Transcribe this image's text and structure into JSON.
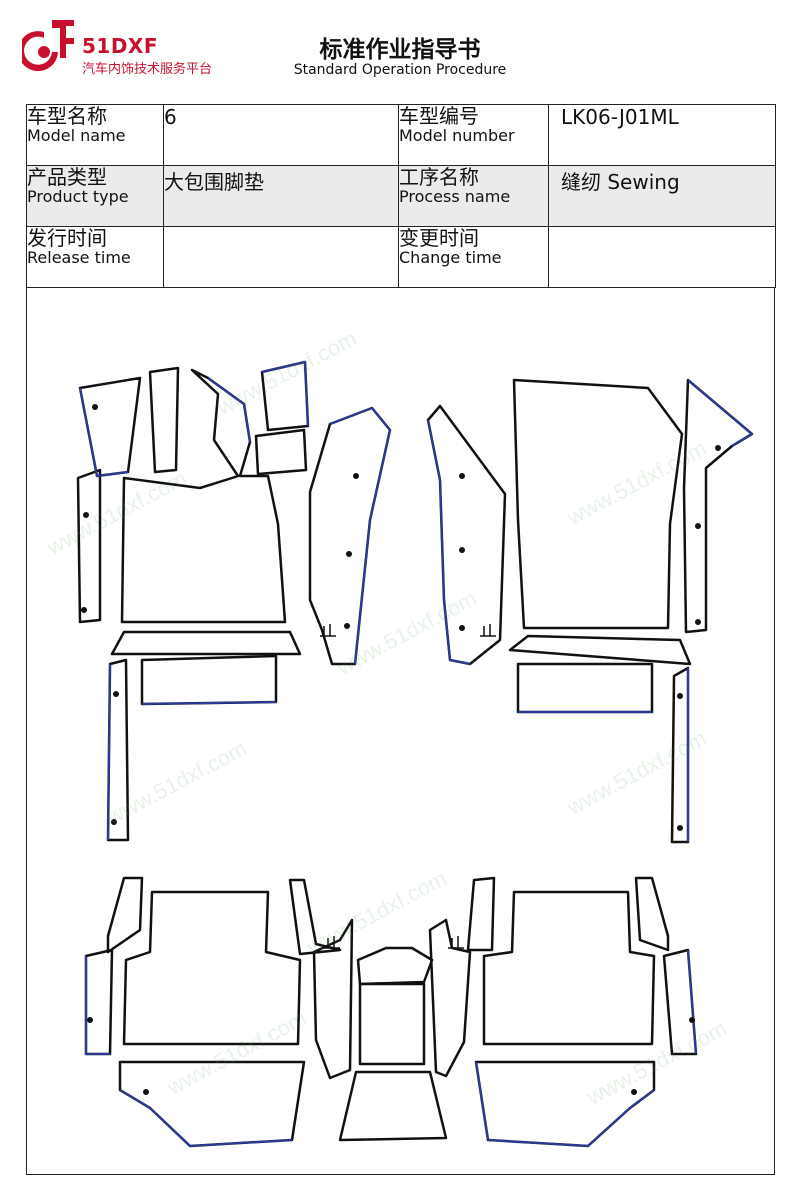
{
  "header": {
    "brand": "51DXF",
    "brand_subtitle": "汽车内饰技术服务平台",
    "title": "标准作业指导书",
    "subtitle": "Standard Operation Procedure"
  },
  "info_table": {
    "model_name": {
      "label_zh": "车型名称",
      "label_en": "Model name",
      "value": "6"
    },
    "model_number": {
      "label_zh": "车型编号",
      "label_en": "Model number",
      "value": "LK06-J01ML"
    },
    "product_type": {
      "label_zh": "产品类型",
      "label_en": "Product type",
      "value": "大包围脚垫"
    },
    "process_name": {
      "label_zh": "工序名称",
      "label_en": "Process name",
      "value": "缝纫 Sewing"
    },
    "release_time": {
      "label_zh": "发行时间",
      "label_en": "Release time",
      "value": ""
    },
    "change_time": {
      "label_zh": "变更时间",
      "label_en": "Change time",
      "value": ""
    }
  },
  "watermark": "www.51dxf.com",
  "colors": {
    "brand_red": "#c8102e",
    "outline_black": "#111111",
    "outline_blue": "#2a3a9a",
    "row_shade": "#ebebeb"
  }
}
